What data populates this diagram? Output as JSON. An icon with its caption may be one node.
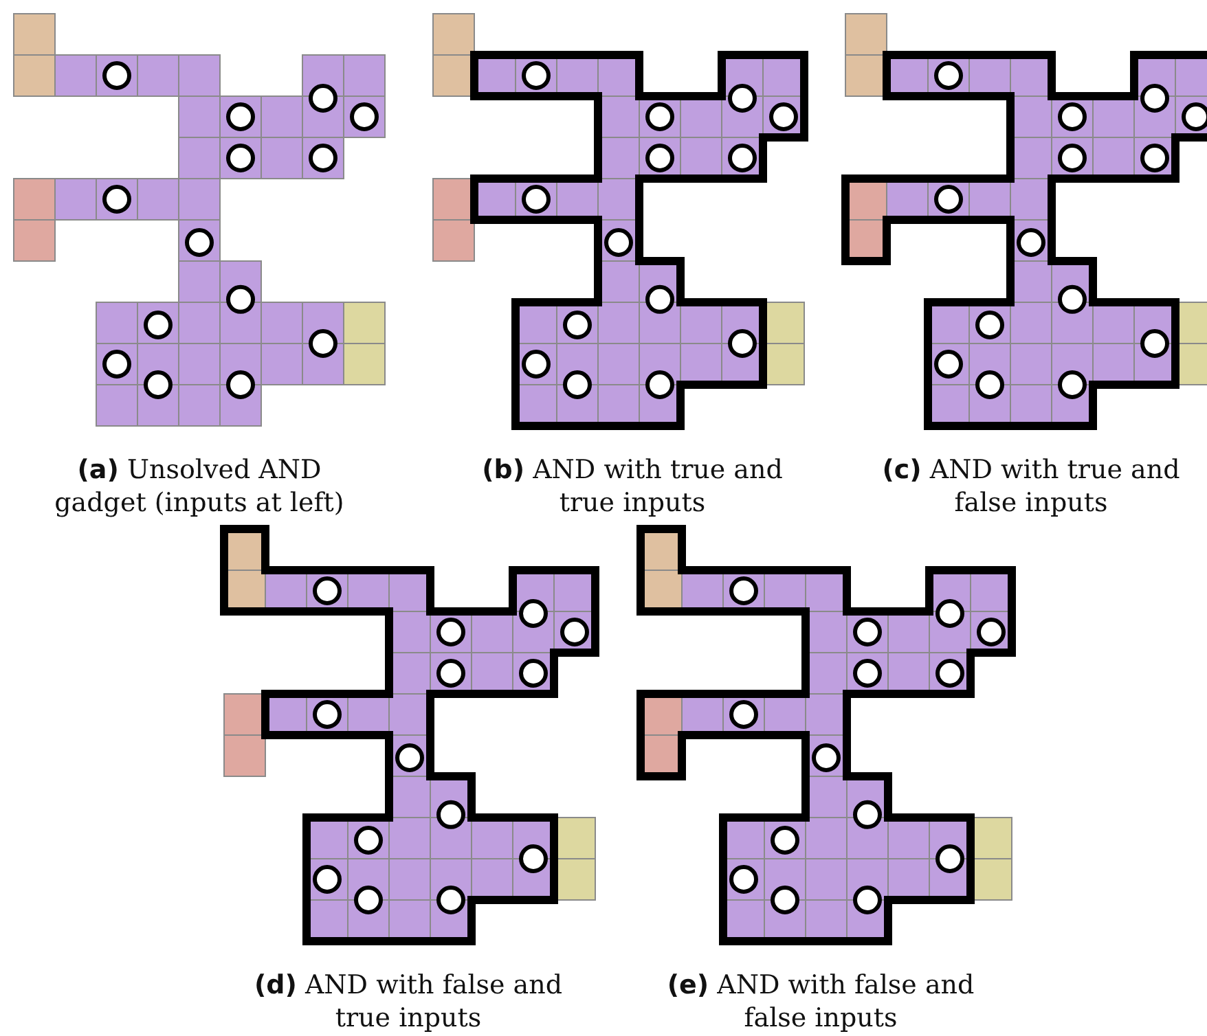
{
  "diagram": {
    "labels": [
      "**(a)** Unsolved AND gadget (inputs at left)",
      "**(b)** AND with true and true inputs",
      "**(c)** AND with true and false inputs",
      "**(d)** AND with false and true inputs",
      "**(e)** AND with false and false inputs"
    ]
  }
}
